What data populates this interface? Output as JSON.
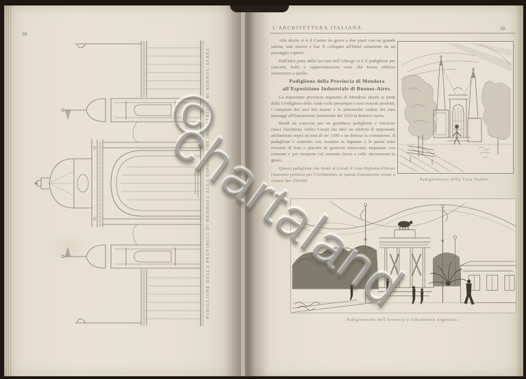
{
  "colors": {
    "paper": "#e6dfd1",
    "ink": "#7b7366",
    "scan_background": "#1d1712",
    "watermark": "#85807a"
  },
  "watermark": {
    "symbol": "©",
    "text": "chartaland"
  },
  "left_page": {
    "page_number": "38",
    "plate_caption": "PADIGLIONE DELLA PROVINCIA DI MENDOZA ALLA ESPOSIZIONE INDUSTRIALE DI BUENOS-AYRES"
  },
  "right_page": {
    "header_title": "L'ARCHITETTURA ITALIANA",
    "page_number": "39",
    "intro_paragraphs": [
      "Alla destra vi è il Casino da gioco a due piani con un grande salone, sale minori e bar. È collegato all'Hôtel solamente da un passaggio coperto.",
      "Dall'altra parte della facciata dell'Albergo vi è il padiglione per concerti, ballo e rappresentazioni varie che forma edificio simmetrico a quello."
    ],
    "article_title": [
      "Padiglione della Provincia di Mendoza",
      "all'Esposizione Industriale di Buenos-Aires."
    ],
    "body_paragraphs": [
      "La importante provincia argentina di Mendoza situata ai piedi della Cordigliera delle Ande volle presentare i suoi svariati prodotti, i campioni dei suoi bei marmi e le pittoresche vedute dei suoi paesaggi all'Esposizione Industriale del 1910 in Buenos-Ayres.",
      "Bandì un concorso per un grandioso padiglione e vincitore riuscì l'architetto Attilio Locati che ideò un edificio di imponente architettura sopra un'area di m² 1500 e ne diresse la costruzione. Il padiglione è costruito con ossatura in legname e le pareti sono rivestite di liste e placche di graticcio intrecciato impastato con cemento e poi ricoperte col cemento liscio e colle decorazioni in gesso.",
      "Questo padiglione che fruttò al Locati il Gran Diploma d'Onore (massimo premio) per l'Architettura in questa Esposizione venne a costare lire 250.000."
    ],
    "figure1_caption": "Padiglioncino della Casa Seeber.",
    "figure2_caption": "Padiglioncino dell'Arrocera y Almidonera Argentina."
  }
}
